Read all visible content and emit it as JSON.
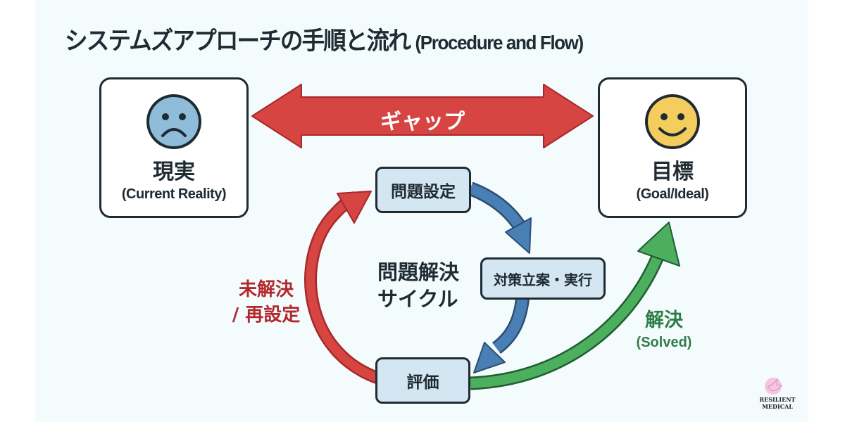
{
  "title": {
    "jp": "システムズアプローチの手順と流れ",
    "en": "(Procedure and Flow)"
  },
  "current_reality": {
    "label_jp": "現実",
    "label_en": "(Current Reality)",
    "face": "sad-face",
    "face_color": "#8fbcd9"
  },
  "goal": {
    "label_jp": "目標",
    "label_en": "(Goal/Ideal)",
    "face": "smiley-face",
    "face_color": "#f4cd5e"
  },
  "gap_arrow": {
    "label": "ギャップ",
    "color": "#d64541"
  },
  "cycle": {
    "title_line1": "問題解決",
    "title_line2": "サイクル",
    "steps": [
      {
        "label": "問題設定"
      },
      {
        "label": "対策立案・実行"
      },
      {
        "label": "評価"
      }
    ],
    "cycle_arrow_color": "#4a7fb5"
  },
  "unsolved": {
    "line1": "未解決",
    "line2": "/ 再設定",
    "color": "#b3282d"
  },
  "solved": {
    "line1": "解決",
    "line2": "(Solved)",
    "color": "#2e7d46"
  },
  "logo": {
    "name": "RESILIENT MEDICAL"
  }
}
